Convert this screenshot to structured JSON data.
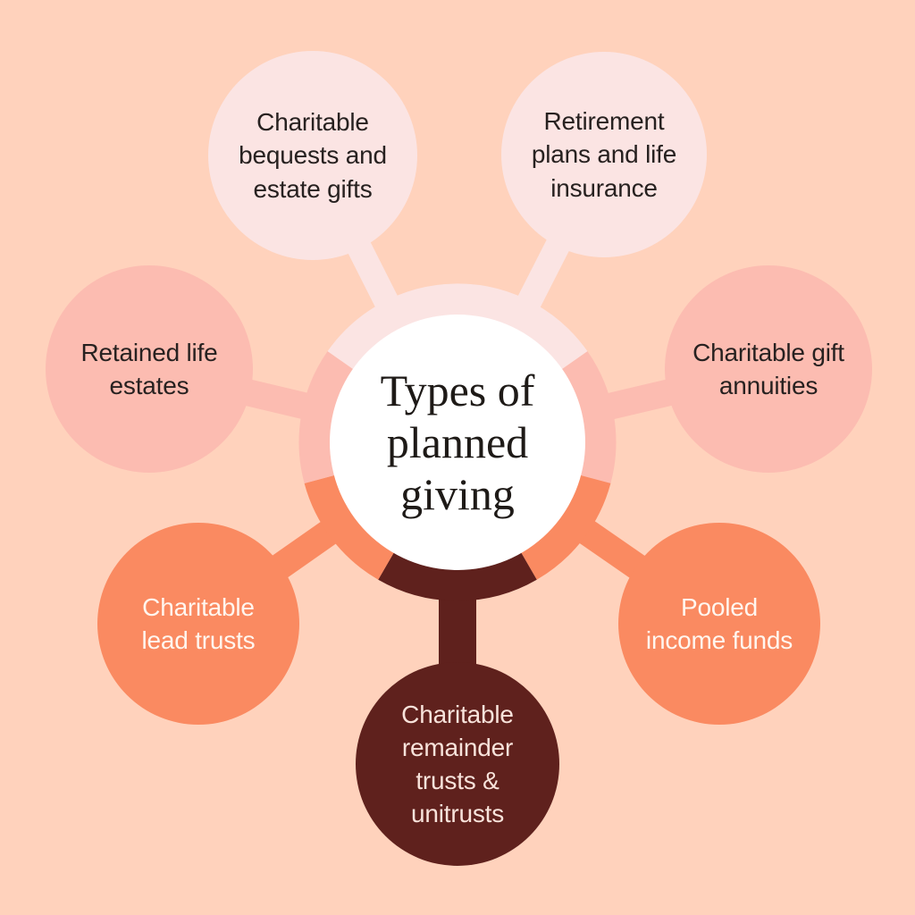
{
  "diagram": {
    "center": {
      "title": "Types of planned giving",
      "fill": "#FFFFFF",
      "text_color": "#1E1A17"
    },
    "background_color": "#FFD2BC",
    "nodes": [
      {
        "id": "charitable-bequests",
        "label": "Charitable bequests and estate gifts",
        "color": "#FBE4E3",
        "text_color": "#272120",
        "position": "top-left"
      },
      {
        "id": "retirement-plans",
        "label": "Retirement plans and life insurance",
        "color": "#FBE4E3",
        "text_color": "#272120",
        "position": "top-right"
      },
      {
        "id": "retained-life",
        "label": "Retained life estates",
        "color": "#FCBCB1",
        "text_color": "#272120",
        "position": "left"
      },
      {
        "id": "gift-annuities",
        "label": "Charitable gift annuities",
        "color": "#FCBCB1",
        "text_color": "#272120",
        "position": "right"
      },
      {
        "id": "lead-trusts",
        "label": "Charitable lead trusts",
        "color": "#FA8A61",
        "text_color": "#FFF6EF",
        "position": "bottom-left"
      },
      {
        "id": "pooled-income",
        "label": "Pooled income funds",
        "color": "#FA8A61",
        "text_color": "#FFF6EF",
        "position": "bottom-right"
      },
      {
        "id": "remainder-trusts",
        "label": "Charitable remainder trusts & unitrusts",
        "color": "#5F211D",
        "text_color": "#F8E3DB",
        "position": "bottom"
      }
    ]
  }
}
